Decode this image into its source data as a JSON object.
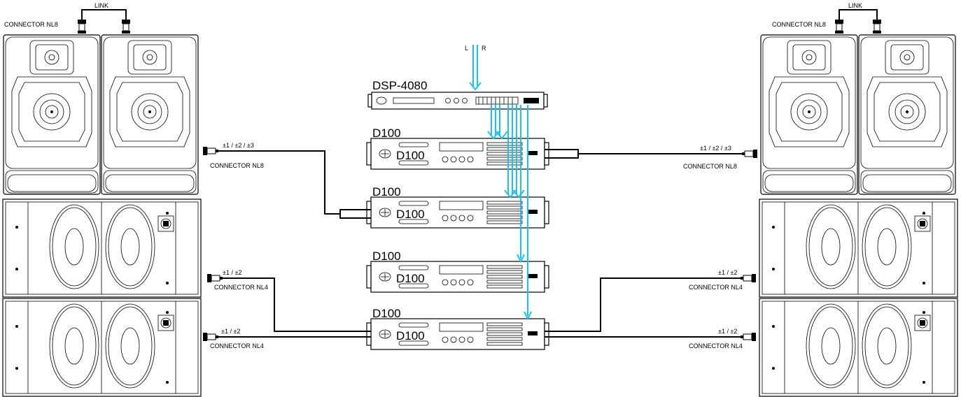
{
  "processor": {
    "model": "DSP-4080",
    "inputs": [
      "L",
      "R"
    ]
  },
  "amplifiers": [
    "D100",
    "D100",
    "D100",
    "D100"
  ],
  "amp_logo_text": "D100",
  "left_side": {
    "link": "LINK",
    "link_connector": "CONNECTOR NL8",
    "top_pins": "±1 / ±2 / ±3",
    "top_connector": "CONNECTOR NL8",
    "sub1_pins": "±1 / ±2",
    "sub1_connector": "CONNECTOR NL4",
    "sub2_pins": "±1 / ±2",
    "sub2_connector": "CONNECTOR NL4"
  },
  "right_side": {
    "link": "LINK",
    "link_connector": "CONNECTOR NL8",
    "top_pins": "±1 / ±2 / ±3",
    "top_connector": "CONNECTOR NL8",
    "sub1_pins": "±1 / ±2",
    "sub1_connector": "CONNECTOR NL4",
    "sub2_pins": "±1 / ±2",
    "sub2_connector": "CONNECTOR NL4"
  },
  "colors": {
    "signal": "#1ec0f0",
    "line": "#000000",
    "background": "#ffffff"
  }
}
